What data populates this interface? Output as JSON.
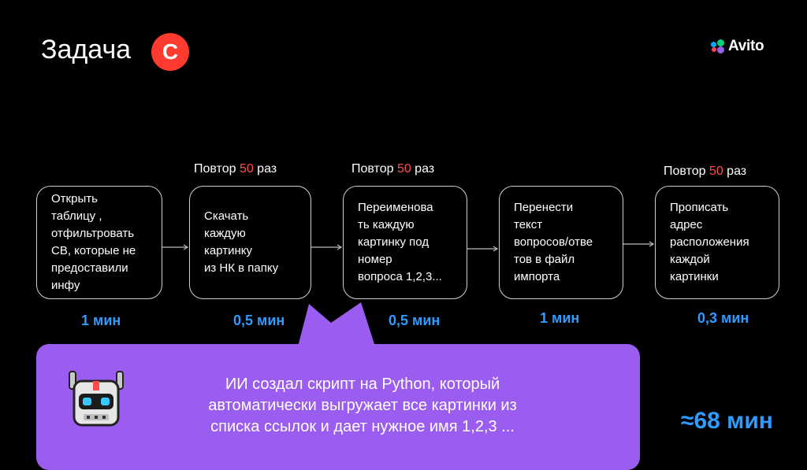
{
  "header": {
    "title": "Задача",
    "badge": "C",
    "logo_text": "Avito"
  },
  "steps": [
    {
      "text": "Открыть\nтаблицу ,\nотфильтровать\nСВ, которые не\nпредоставили\nинфу",
      "time": "1 мин",
      "repeat": null
    },
    {
      "text": "Скачать\nкаждую\nкартинку\nиз НК в папку",
      "time": "0,5 мин",
      "repeat": {
        "prefix": "Повтор ",
        "count": "50",
        "suffix": " раз"
      }
    },
    {
      "text": "Переименова\nть каждую\nкартинку под\nномер\nвопроса 1,2,3...",
      "time": "0,5 мин",
      "repeat": {
        "prefix": "Повтор ",
        "count": "50",
        "suffix": " раз"
      }
    },
    {
      "text": "Перенести\nтекст\nвопросов/отве\nтов в файл\nимпорта",
      "time": "1 мин",
      "repeat": null
    },
    {
      "text": "Прописать\nадрес\nрасположения\nкаждой\nкартинки",
      "time": "0,3 мин",
      "repeat": {
        "prefix": "Повтор ",
        "count": "50",
        "suffix": " раз"
      }
    }
  ],
  "callout": {
    "text": "ИИ создал скрипт на Python, который\nавтоматически выгружает все картинки из\nсписка ссылок и дает нужное имя 1,2,3 ..."
  },
  "total": "≈68 мин",
  "colors": {
    "accent_red": "#ff3b30",
    "time_blue": "#2f9bff",
    "callout_purple": "#9b5cf0"
  },
  "icons": [
    "avito-logo-icon",
    "arrow-right-icon",
    "robot-icon"
  ]
}
